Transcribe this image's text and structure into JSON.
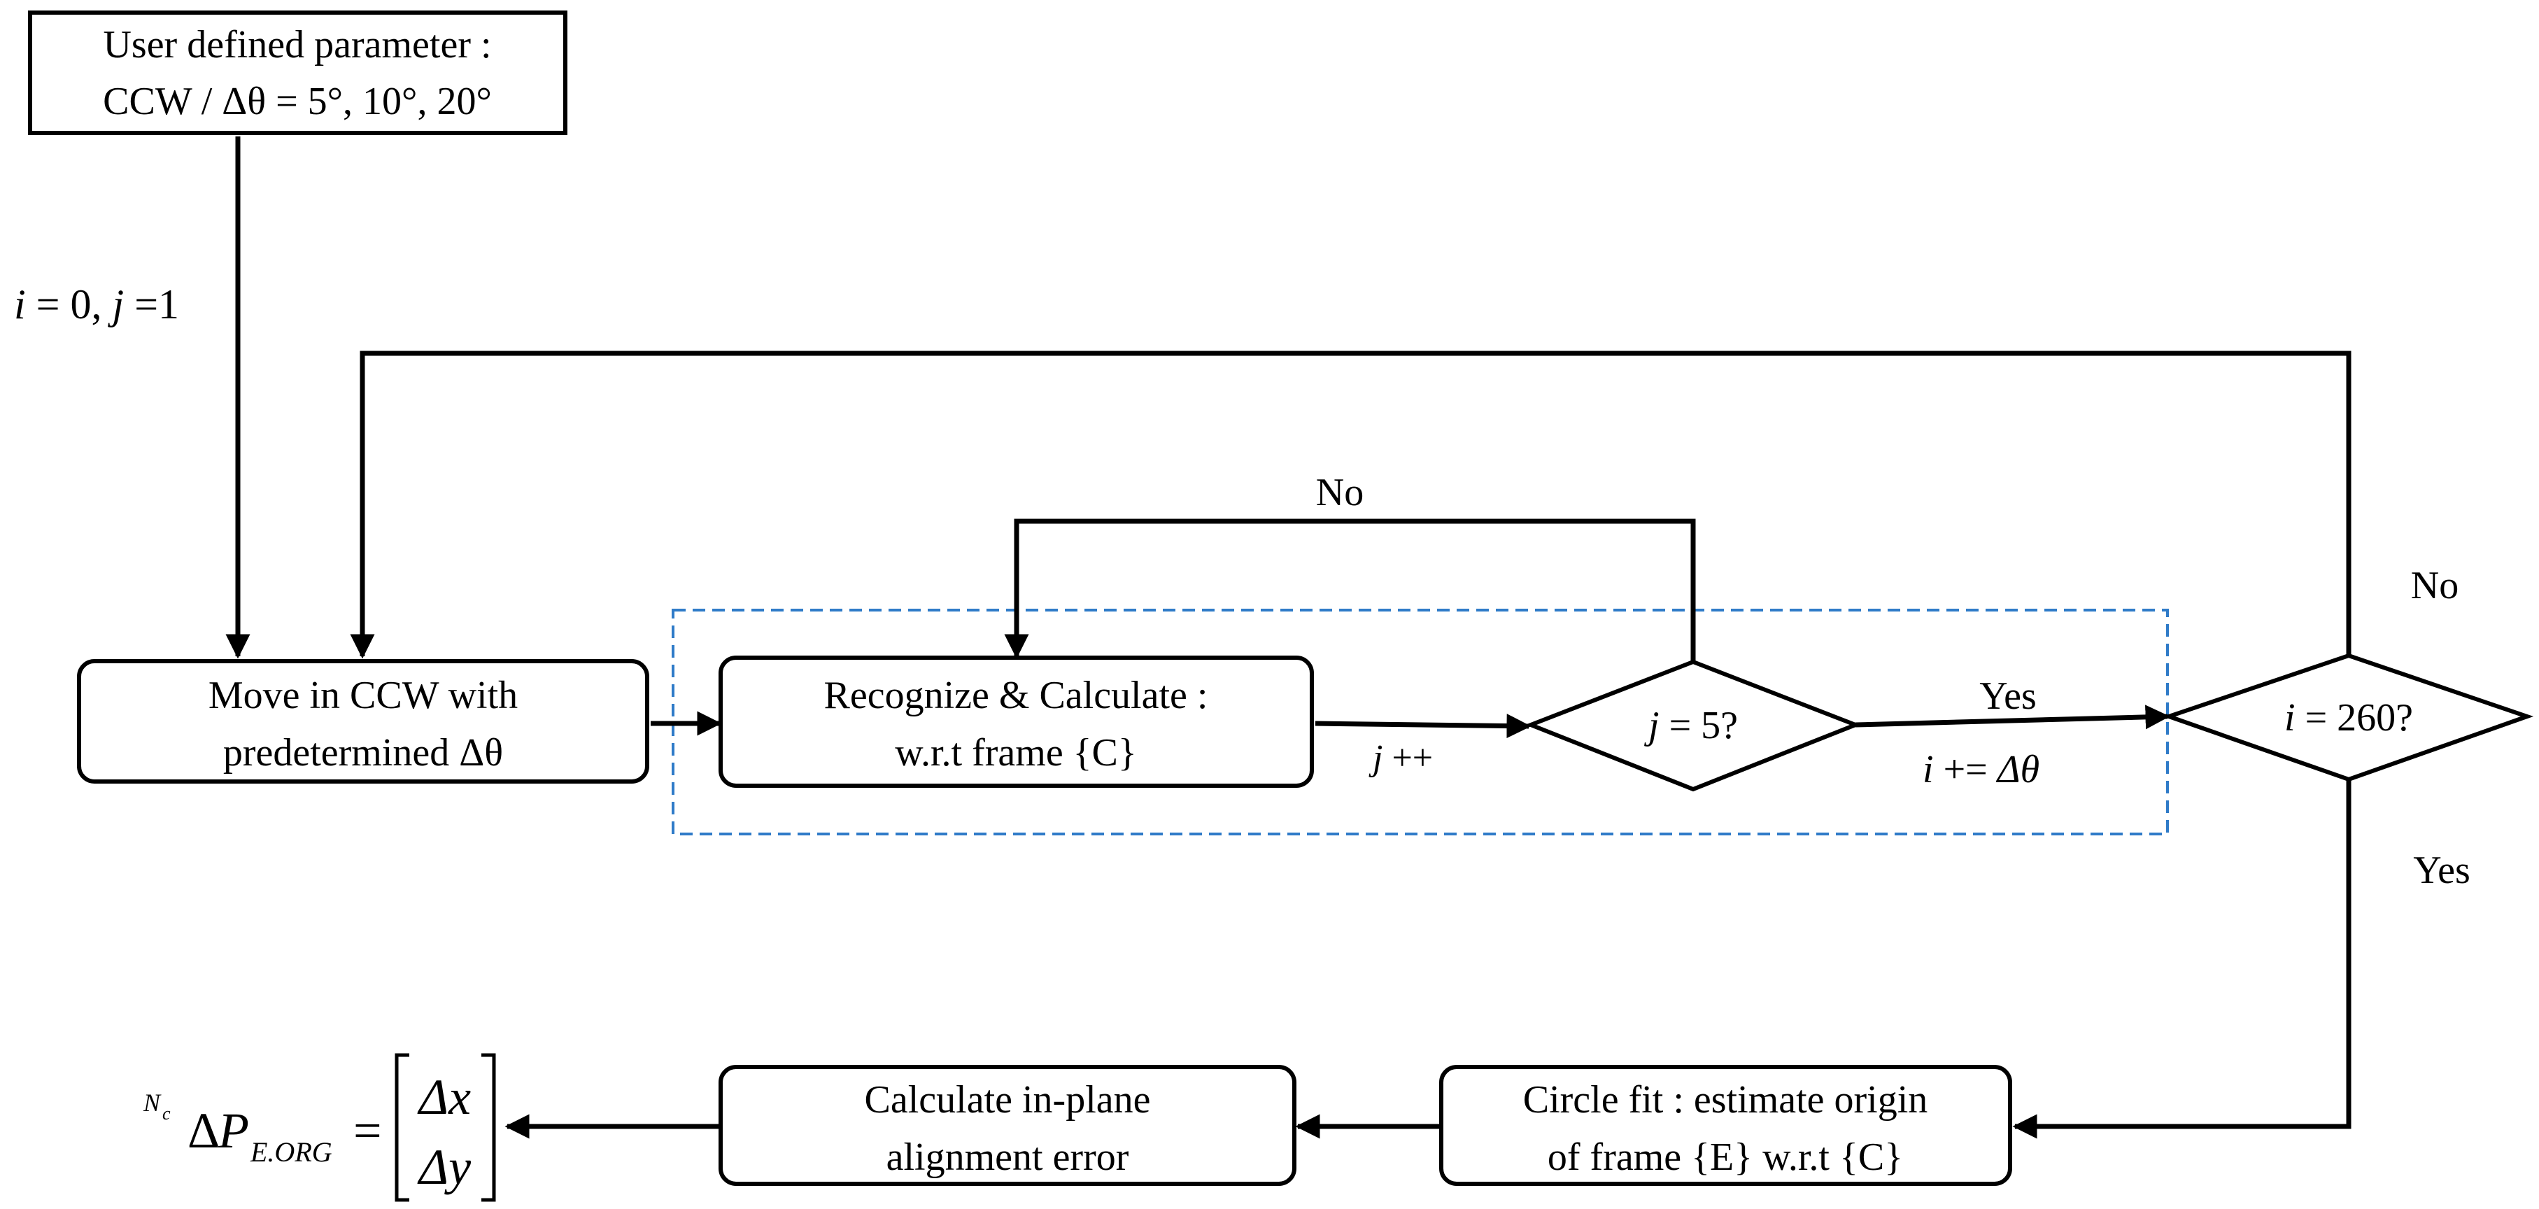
{
  "nodes": {
    "param_box": {
      "line1": "User defined parameter :",
      "line2": "CCW / Δθ = 5°, 10°, 20°"
    },
    "move_box": {
      "line1": "Move in  CCW with",
      "line2": "predetermined Δθ"
    },
    "recognize_box": {
      "line1": "Recognize & Calculate :",
      "line2": "w.r.t frame {C}"
    },
    "decision_j": {
      "text_var": "j",
      "text_rest": " = 5?"
    },
    "decision_i": {
      "text_var": "i",
      "text_rest": " = 260?"
    },
    "circle_fit_box": {
      "line1": "Circle fit : estimate origin",
      "line2": "of frame {E} w.r.t {C}"
    },
    "calc_error_box": {
      "line1": "Calculate in-plane",
      "line2": "alignment error"
    }
  },
  "labels": {
    "init": {
      "i": "i",
      "mid1": " = 0, ",
      "j": "j",
      "mid2": " =1"
    },
    "no_inner": "No",
    "no_outer": "No",
    "yes_inner": "Yes",
    "yes_outer": "Yes",
    "j_increment": {
      "var": "j",
      "op": " ++"
    },
    "i_increment": {
      "var": "i",
      "op": " += ",
      "delta": "Δθ"
    }
  },
  "formula": {
    "superscript": "N",
    "superscript_sub": "c",
    "delta": "Δ",
    "P": "P",
    "subscript": "E.ORG",
    "equals": "=",
    "row1": "Δx",
    "row2": "Δy"
  },
  "colors": {
    "line": "#000000",
    "dashed_region": "#2f7bc8",
    "background": "#ffffff"
  }
}
